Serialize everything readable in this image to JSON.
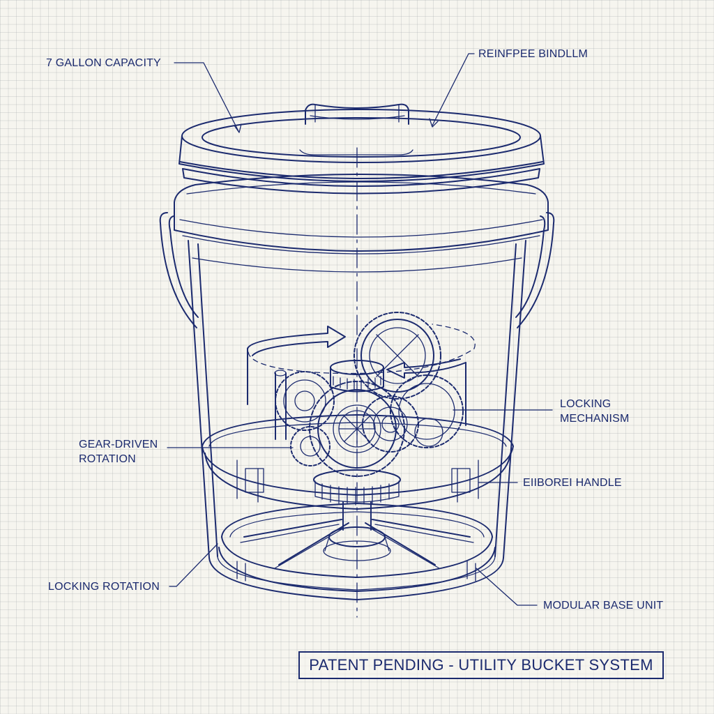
{
  "diagram": {
    "style": "blueprint",
    "ink_color": "#1b2a6e",
    "paper_color": "#f6f5ef",
    "grid_color": "#d9dadb",
    "subject": "utility bucket with gear-driven internal mechanism"
  },
  "labels": {
    "capacity": "7 GALLON CAPACITY",
    "reinforced_handle": "REINFPEE BINDLLM",
    "locking_mechanism": "LOCKING\nMECHANISM",
    "gear_driven_rotation": "GEAR-DRIVEN\nROTATION",
    "handle": "EIIBOREI HANDLE",
    "locking_rotation": "LOCKING ROTATION",
    "modular_base": "MODULAR BASE UNIT"
  },
  "title_block": {
    "text": "PATENT PENDING - UTILITY BUCKET SYSTEM"
  }
}
